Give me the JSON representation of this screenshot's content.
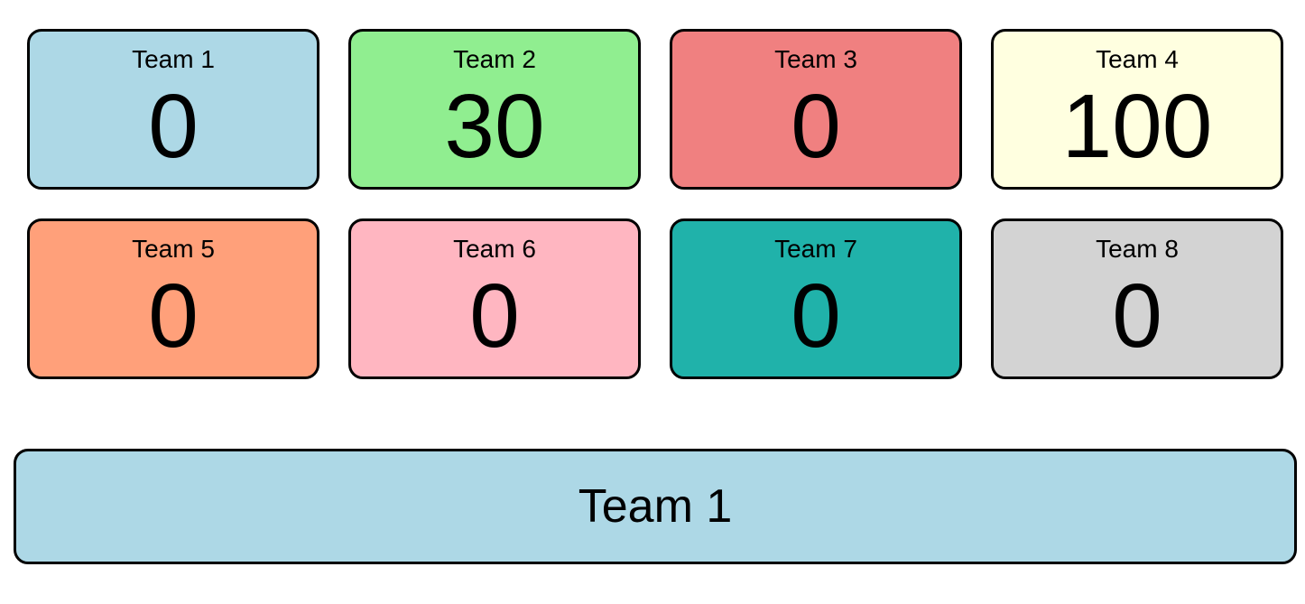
{
  "teams": [
    {
      "name": "Team 1",
      "score": "0",
      "color": "#ADD8E6"
    },
    {
      "name": "Team 2",
      "score": "30",
      "color": "#90EE90"
    },
    {
      "name": "Team 3",
      "score": "0",
      "color": "#F08080"
    },
    {
      "name": "Team 4",
      "score": "100",
      "color": "#FFFFE0"
    },
    {
      "name": "Team 5",
      "score": "0",
      "color": "#FFA07A"
    },
    {
      "name": "Team 6",
      "score": "0",
      "color": "#FFB6C1"
    },
    {
      "name": "Team 7",
      "score": "0",
      "color": "#20B2AA"
    },
    {
      "name": "Team 8",
      "score": "0",
      "color": "#D3D3D3"
    }
  ],
  "current_team": {
    "label": "Team 1",
    "color": "#ADD8E6"
  }
}
